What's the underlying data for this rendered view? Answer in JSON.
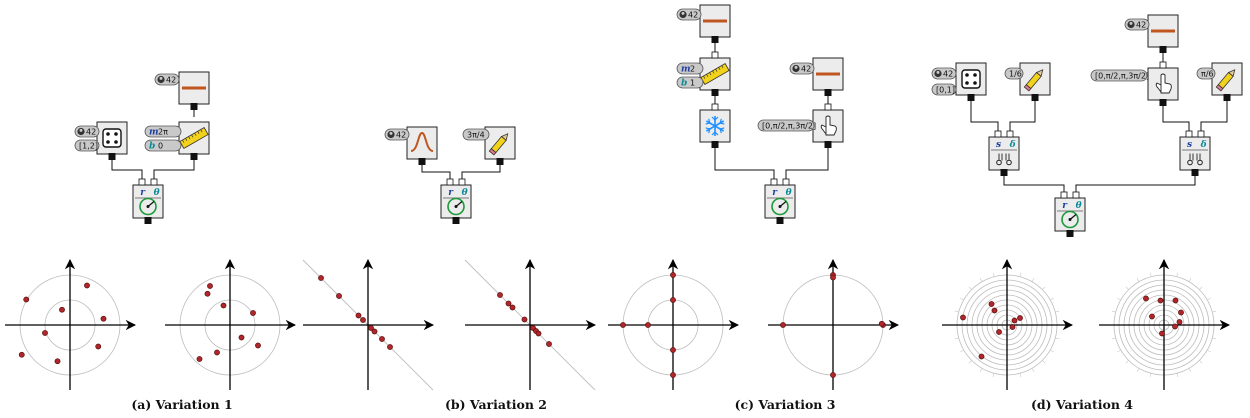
{
  "captions": [
    "(a) Variation 1",
    "(b) Variation 2",
    "(c) Variation 3",
    "(d) Variation 4"
  ],
  "labels": {
    "seed": "42",
    "range_12": "[1,2]",
    "range_01": "[0,1]",
    "angle_3pi4": "3π/4",
    "angle_1_6": "1/6",
    "angle_pi6": "π/6",
    "angles_list": "[0,π/2,π,3π/2]",
    "m": "m",
    "b": "b",
    "m_2pi": "2π",
    "b_0": "0",
    "m_2": "2",
    "b_1": "1",
    "r": "r",
    "theta": "θ",
    "s": "s",
    "delta": "δ"
  },
  "colors": {
    "node_fill": "#ececec",
    "point_fill": "#b0262a",
    "line_color": "#c0561f",
    "ruler_color": "#f2d21b",
    "snowflake_color": "#1e90ff",
    "polar_color": "#1c9a3a",
    "m_badge": "#b8c6ef",
    "b_badge": "#bfe8ee"
  },
  "icons": [
    "line-icon",
    "die-icon",
    "ruler-icon",
    "polar-icon",
    "bell-curve-icon",
    "pencil-icon",
    "snowflake-icon",
    "hand-pointer-icon",
    "split-icon",
    "seed-icon"
  ],
  "chart_data": [
    {
      "type": "scatter",
      "panel": "a-left",
      "rings": [
        1,
        2
      ],
      "points": [
        [
          -1.75,
          1.02
        ],
        [
          -1.0,
          -0.32
        ],
        [
          -0.32,
          0.61
        ],
        [
          -0.5,
          -1.45
        ],
        [
          -1.93,
          -1.19
        ],
        [
          1.13,
          -0.86
        ],
        [
          0.68,
          1.58
        ],
        [
          1.34,
          0.25
        ]
      ]
    },
    {
      "type": "scatter",
      "panel": "a-right",
      "rings": [
        1,
        2
      ],
      "points": [
        [
          -0.8,
          1.56
        ],
        [
          -0.9,
          1.25
        ],
        [
          -0.26,
          0.78
        ],
        [
          0.92,
          0.48
        ],
        [
          0.46,
          -0.5
        ],
        [
          1.12,
          -0.82
        ],
        [
          -0.52,
          -1.1
        ],
        [
          -1.22,
          -1.36
        ]
      ]
    },
    {
      "type": "scatter",
      "panel": "b-left",
      "line_slope": -1,
      "points": [
        [
          -1.88,
          1.88
        ],
        [
          -1.16,
          1.16
        ],
        [
          -0.38,
          0.38
        ],
        [
          -0.2,
          0.2
        ],
        [
          0.12,
          -0.12
        ],
        [
          0.26,
          -0.26
        ],
        [
          0.56,
          -0.56
        ],
        [
          0.88,
          -0.88
        ]
      ]
    },
    {
      "type": "scatter",
      "panel": "b-right",
      "line_slope": -1,
      "points": [
        [
          -1.2,
          1.2
        ],
        [
          -0.86,
          0.86
        ],
        [
          -0.7,
          0.7
        ],
        [
          -0.22,
          0.22
        ],
        [
          0.12,
          -0.12
        ],
        [
          0.24,
          -0.24
        ],
        [
          0.34,
          -0.34
        ],
        [
          0.76,
          -0.76
        ]
      ]
    },
    {
      "type": "scatter",
      "panel": "c-left",
      "rings": [
        1,
        2
      ],
      "points": [
        [
          0,
          2
        ],
        [
          0,
          1
        ],
        [
          -1,
          0
        ],
        [
          -2,
          0
        ],
        [
          0,
          -1
        ],
        [
          0,
          -2
        ]
      ]
    },
    {
      "type": "scatter",
      "panel": "c-right",
      "rings": [
        2
      ],
      "points": [
        [
          0,
          2
        ],
        [
          0,
          1.9
        ],
        [
          -2,
          0
        ],
        [
          2,
          0
        ],
        [
          1.95,
          0.05
        ],
        [
          0,
          -2
        ]
      ]
    },
    {
      "type": "scatter",
      "panel": "d-left",
      "rings": [
        0.2,
        0.4,
        0.6,
        0.8,
        1.0,
        1.2,
        1.4,
        1.6,
        1.8,
        2.0
      ],
      "points": [
        [
          -1.76,
          0.3
        ],
        [
          -0.62,
          0.84
        ],
        [
          -0.5,
          0.58
        ],
        [
          0.3,
          0.18
        ],
        [
          0.22,
          -0.08
        ],
        [
          0.52,
          0.28
        ],
        [
          -0.32,
          -0.28
        ],
        [
          -1.02,
          -1.26
        ]
      ]
    },
    {
      "type": "scatter",
      "panel": "d-right",
      "rings": [
        0.2,
        0.4,
        0.6,
        0.8,
        1.0,
        1.2,
        1.4,
        1.6,
        1.8,
        2.0
      ],
      "points": [
        [
          -0.72,
          1.06
        ],
        [
          -0.14,
          0.98
        ],
        [
          0.46,
          0.98
        ],
        [
          0.68,
          0.5
        ],
        [
          -0.48,
          0.34
        ],
        [
          0.62,
          0.12
        ],
        [
          0.44,
          -0.06
        ],
        [
          -0.08,
          -0.34
        ]
      ]
    }
  ]
}
